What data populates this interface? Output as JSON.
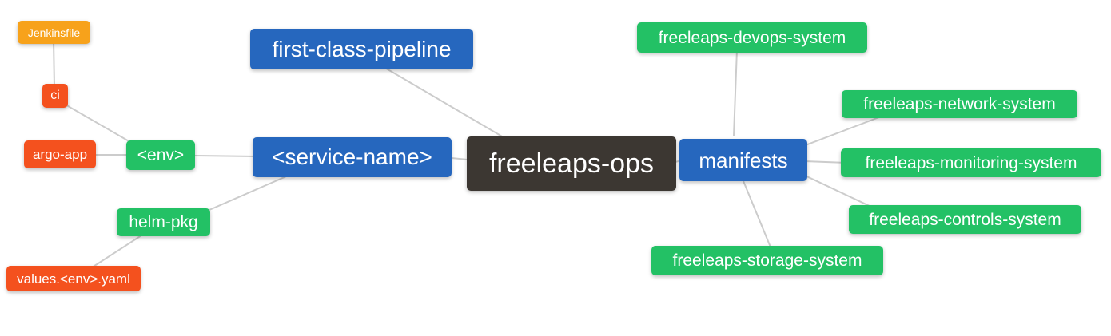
{
  "mindmap": {
    "root": {
      "label": "freeleaps-ops"
    },
    "nodes": {
      "first_class_pipeline": {
        "label": "first-class-pipeline",
        "level": 1
      },
      "service_name": {
        "label": "<service-name>",
        "level": 1
      },
      "manifests": {
        "label": "manifests",
        "level": 1
      },
      "env": {
        "label": "<env>",
        "level": 2
      },
      "helm_pkg": {
        "label": "helm-pkg",
        "level": 2
      },
      "ci": {
        "label": "ci",
        "level": 3
      },
      "argo_app": {
        "label": "argo-app",
        "level": 3
      },
      "values_env_yaml": {
        "label": "values.<env>.yaml",
        "level": 3
      },
      "jenkinsfile": {
        "label": "Jenkinsfile",
        "level": 4
      },
      "devops_system": {
        "label": "freeleaps-devops-system",
        "level": 2
      },
      "network_system": {
        "label": "freeleaps-network-system",
        "level": 2
      },
      "monitoring_system": {
        "label": "freeleaps-monitoring-system",
        "level": 2
      },
      "controls_system": {
        "label": "freeleaps-controls-system",
        "level": 2
      },
      "storage_system": {
        "label": "freeleaps-storage-system",
        "level": 2
      }
    },
    "edges": [
      {
        "from": "freeleaps-ops",
        "to": "first-class-pipeline"
      },
      {
        "from": "freeleaps-ops",
        "to": "<service-name>"
      },
      {
        "from": "freeleaps-ops",
        "to": "manifests"
      },
      {
        "from": "<service-name>",
        "to": "<env>"
      },
      {
        "from": "<service-name>",
        "to": "helm-pkg"
      },
      {
        "from": "<env>",
        "to": "ci"
      },
      {
        "from": "<env>",
        "to": "argo-app"
      },
      {
        "from": "ci",
        "to": "Jenkinsfile"
      },
      {
        "from": "helm-pkg",
        "to": "values.<env>.yaml"
      },
      {
        "from": "manifests",
        "to": "freeleaps-devops-system"
      },
      {
        "from": "manifests",
        "to": "freeleaps-network-system"
      },
      {
        "from": "manifests",
        "to": "freeleaps-monitoring-system"
      },
      {
        "from": "manifests",
        "to": "freeleaps-controls-system"
      },
      {
        "from": "manifests",
        "to": "freeleaps-storage-system"
      }
    ],
    "colors": {
      "root": "#3C3732",
      "level1": "#2667BE",
      "level2": "#23C165",
      "level3": "#F4511E",
      "level4": "#F7A21B",
      "edge": "#CCCCCC",
      "text": "#FFFFFF",
      "background": "#FFFFFF"
    }
  }
}
